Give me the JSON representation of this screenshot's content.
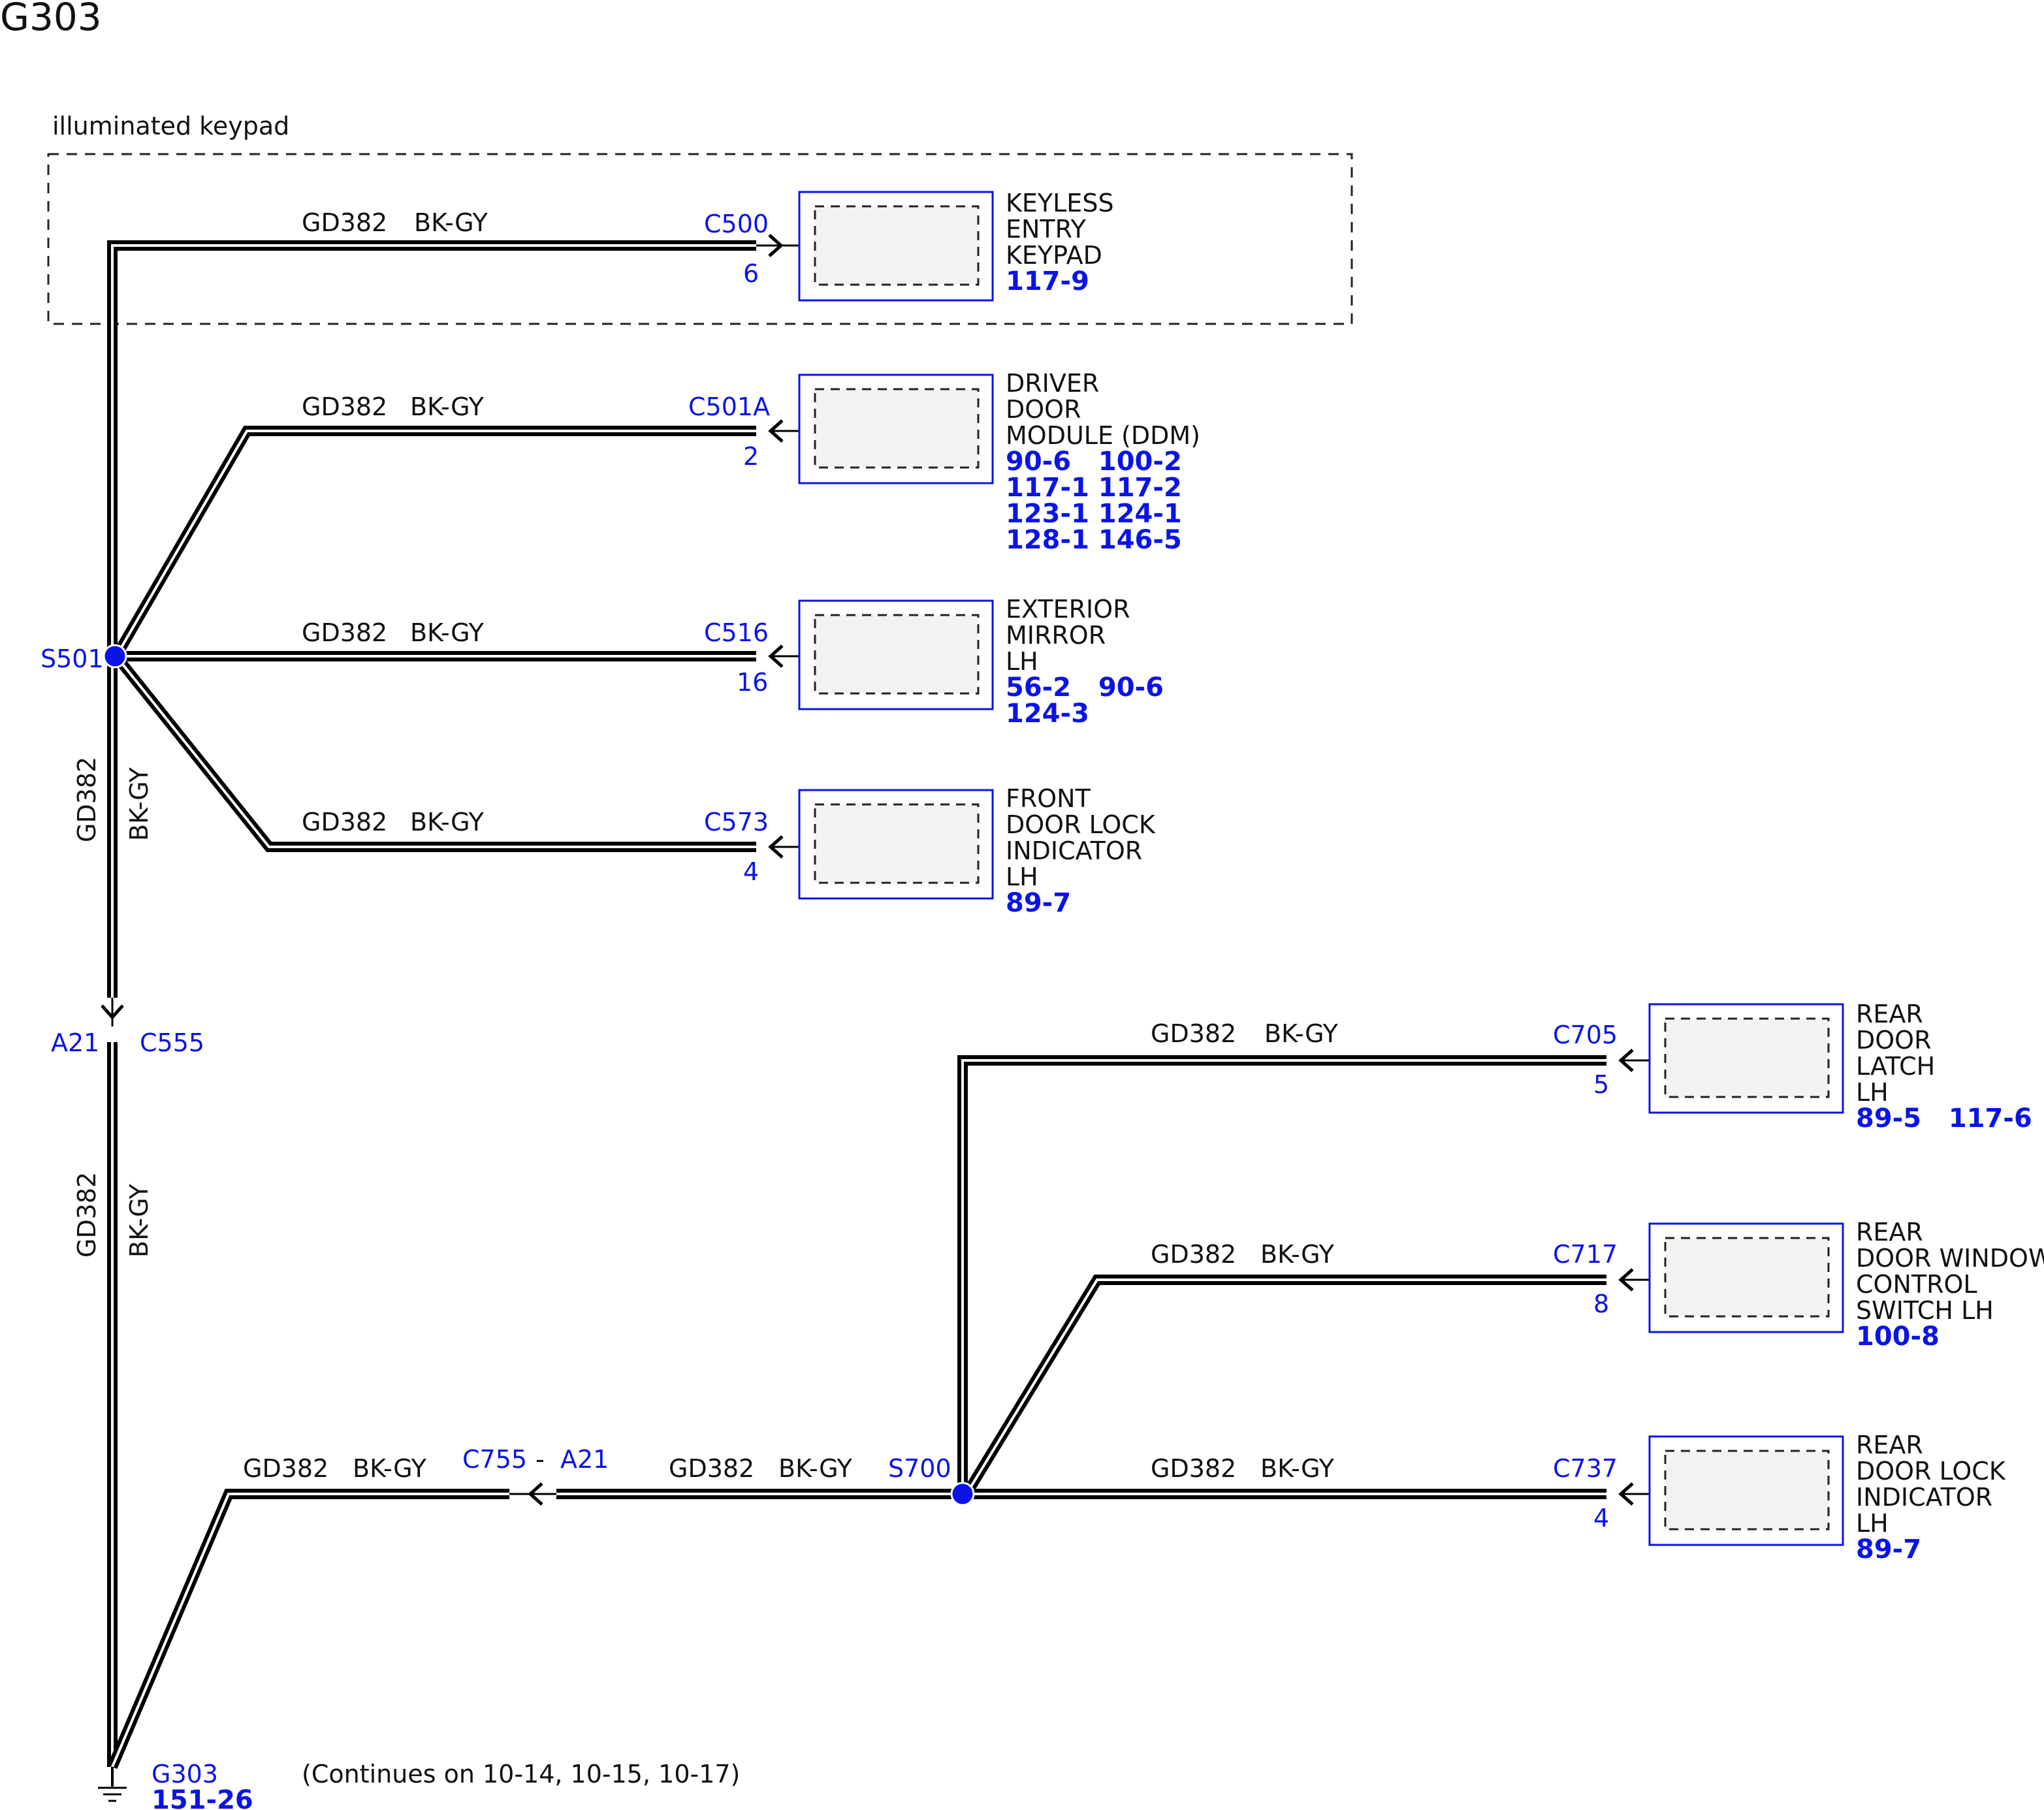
{
  "title": "G303",
  "group_label": "illuminated keypad",
  "wire": {
    "circuit": "GD382",
    "color": "BK-GY"
  },
  "colors": {
    "wire": "#000000",
    "label_blue": "#0a14e6",
    "component_fill": "#f2f2f2"
  },
  "splices": [
    {
      "id": "s501",
      "label": "S501"
    },
    {
      "id": "s700",
      "label": "S700"
    }
  ],
  "inline_connectors": [
    {
      "id": "c555",
      "pin": "A21",
      "label": "C555"
    },
    {
      "id": "c755",
      "label": "C755",
      "separator": "-",
      "pin": "A21"
    }
  ],
  "components": [
    {
      "id": "keyless-entry-keypad",
      "connector": "C500",
      "pin": "6",
      "name": [
        "KEYLESS",
        "ENTRY",
        "KEYPAD"
      ],
      "refs": [
        "117-9"
      ]
    },
    {
      "id": "driver-door-module",
      "connector": "C501A",
      "pin": "2",
      "name": [
        "DRIVER",
        "DOOR",
        "MODULE (DDM)"
      ],
      "refs": [
        "90-6   100-2",
        "117-1 117-2",
        "123-1 124-1",
        "128-1 146-5"
      ]
    },
    {
      "id": "exterior-mirror-lh",
      "connector": "C516",
      "pin": "16",
      "name": [
        "EXTERIOR",
        "MIRROR",
        "LH"
      ],
      "refs": [
        "56-2   90-6",
        "124-3"
      ]
    },
    {
      "id": "front-door-lock-indicator-lh",
      "connector": "C573",
      "pin": "4",
      "name": [
        "FRONT",
        "DOOR LOCK",
        "INDICATOR",
        "LH"
      ],
      "refs": [
        "89-7"
      ]
    },
    {
      "id": "rear-door-latch-lh",
      "connector": "C705",
      "pin": "5",
      "name": [
        "REAR",
        "DOOR",
        "LATCH",
        "LH"
      ],
      "refs": [
        "89-5   117-6"
      ]
    },
    {
      "id": "rear-door-window-control-switch-lh",
      "connector": "C717",
      "pin": "8",
      "name": [
        "REAR",
        "DOOR WINDOW",
        "CONTROL",
        "SWITCH LH"
      ],
      "refs": [
        "100-8"
      ]
    },
    {
      "id": "rear-door-lock-indicator-lh",
      "connector": "C737",
      "pin": "4",
      "name": [
        "REAR",
        "DOOR LOCK",
        "INDICATOR",
        "LH"
      ],
      "refs": [
        "89-7"
      ]
    }
  ],
  "ground": {
    "label": "G303",
    "ref": "151-26"
  },
  "continues_note": "(Continues on 10-14, 10-15, 10-17)"
}
